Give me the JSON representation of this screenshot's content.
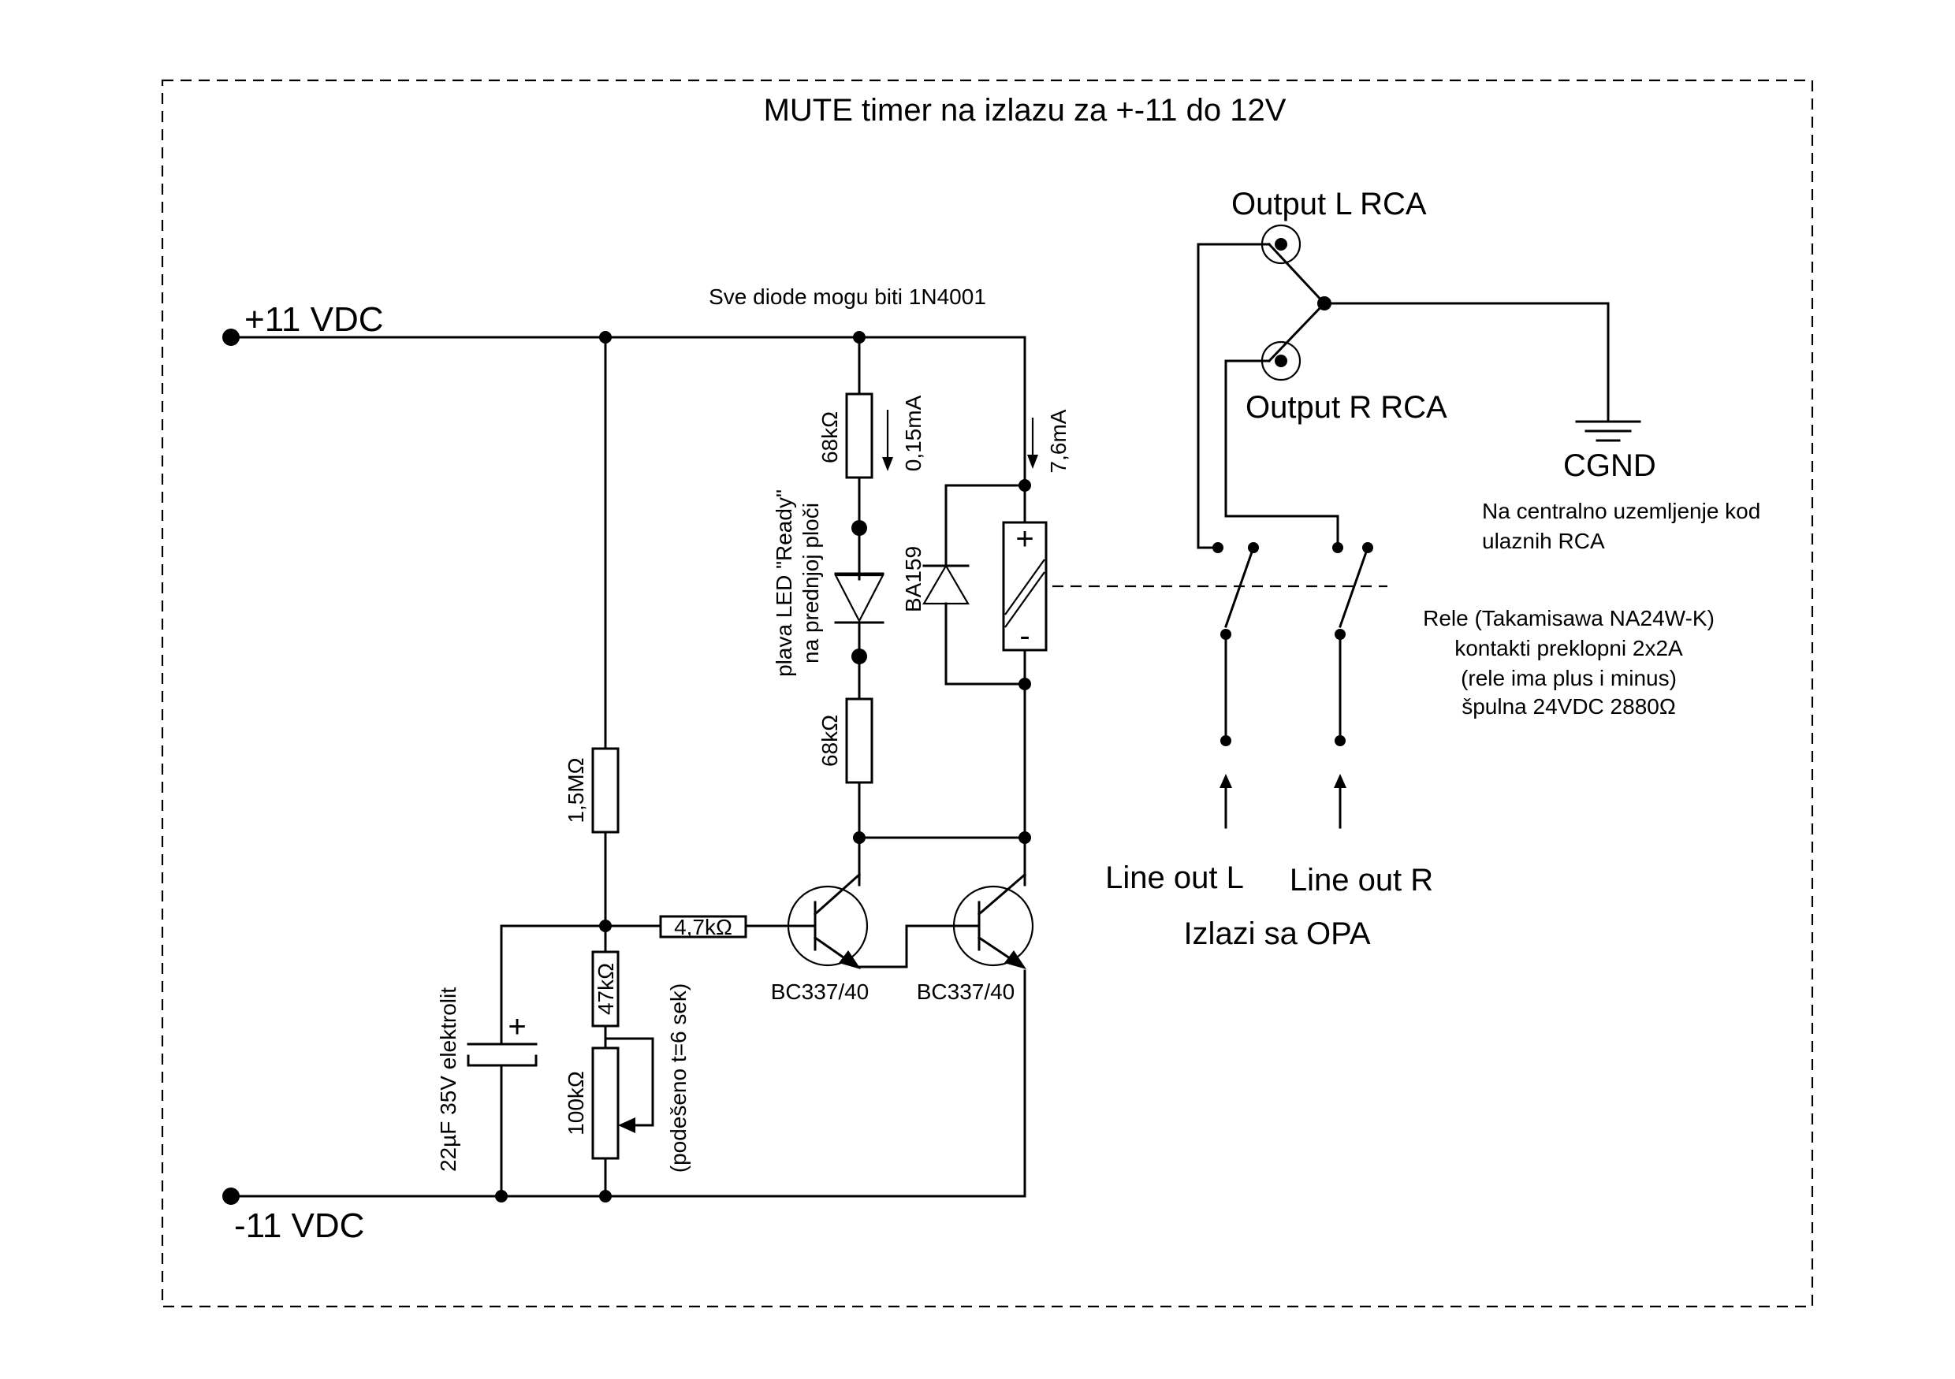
{
  "title": "MUTE timer na izlazu za +-11 do 12V",
  "note_diodes": "Sve diode mogu biti 1N4001",
  "rails": {
    "positive": "+11 VDC",
    "negative": "-11 VDC"
  },
  "components": {
    "r_68k_top": "68kΩ",
    "current_top": "0,15mA",
    "led_label_1": "plava LED \"Ready\"",
    "led_label_2": "na prednjoj ploči",
    "r_68k_bottom": "68kΩ",
    "diode": "BA159",
    "current_relay": "7,6mA",
    "relay_plus": "+",
    "relay_minus": "-",
    "r_1_5M": "1,5MΩ",
    "r_4_7k": "4,7kΩ",
    "r_47k": "47kΩ",
    "pot_100k": "100kΩ",
    "pot_note": "(podešeno t=6 sek)",
    "capacitor": "22µF 35V elektrolit",
    "cap_plus": "+",
    "transistor_1": "BC337/40",
    "transistor_2": "BC337/40"
  },
  "outputs": {
    "output_l": "Output L RCA",
    "output_r": "Output R RCA",
    "cgnd": "CGND",
    "gnd_note_1": "Na centralno uzemljenje kod",
    "gnd_note_2": "ulaznih RCA"
  },
  "relay_info": [
    "Rele (Takamisawa NA24W-K)",
    "kontakti preklopni 2x2A",
    "(rele ima plus i minus)",
    "špulna 24VDC  2880Ω"
  ],
  "inputs": {
    "line_out_l": "Line out L",
    "line_out_r": "Line out R",
    "izlazi": "Izlazi sa OPA"
  }
}
